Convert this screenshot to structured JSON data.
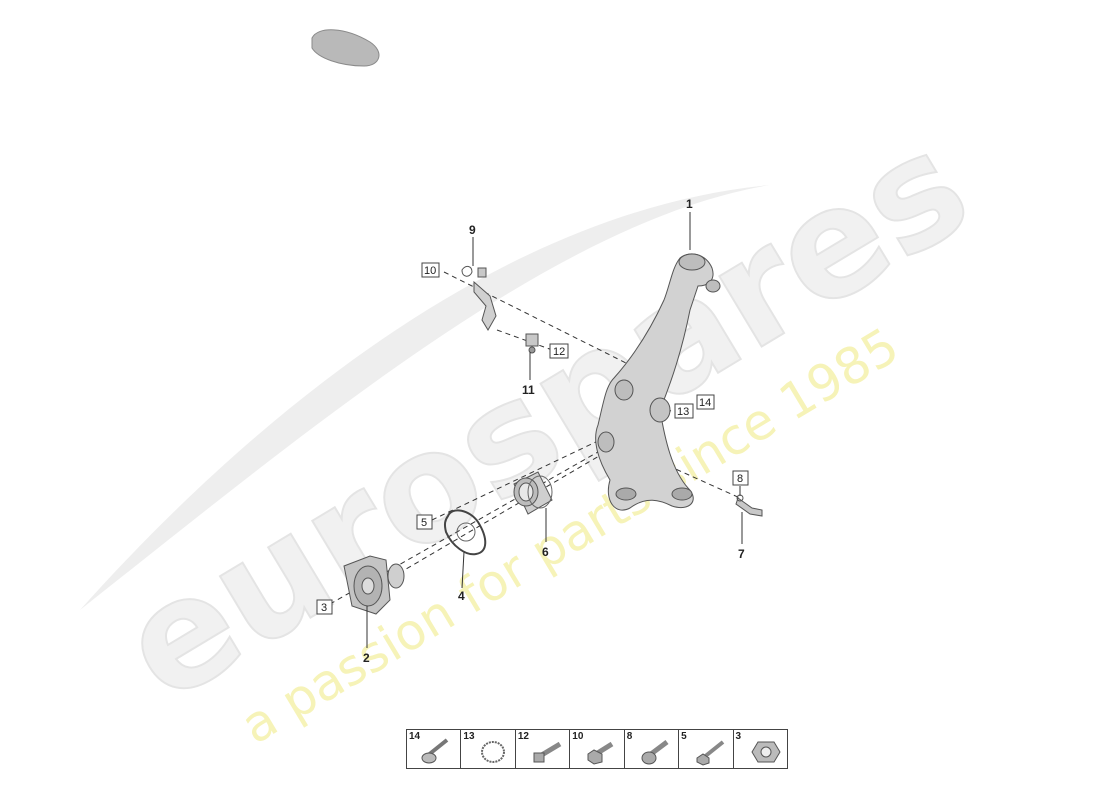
{
  "watermark": {
    "brand": "eurospares",
    "tagline": "a passion for parts since 1985"
  },
  "callouts": {
    "c1": "1",
    "c2": "2",
    "c4": "4",
    "c6": "6",
    "c7": "7",
    "c9": "9",
    "c11": "11"
  },
  "boxed_callouts": {
    "b3": "3",
    "b5": "5",
    "b8": "8",
    "b10": "10",
    "b12": "12",
    "b13": "13",
    "b14": "14"
  },
  "legend": [
    {
      "number": "14",
      "icon": "bolt-flange-icon"
    },
    {
      "number": "13",
      "icon": "washer-ring-icon"
    },
    {
      "number": "12",
      "icon": "bolt-icon"
    },
    {
      "number": "10",
      "icon": "hex-bolt-icon"
    },
    {
      "number": "8",
      "icon": "socket-bolt-icon"
    },
    {
      "number": "5",
      "icon": "screw-icon"
    },
    {
      "number": "3",
      "icon": "hub-nut-icon"
    }
  ]
}
